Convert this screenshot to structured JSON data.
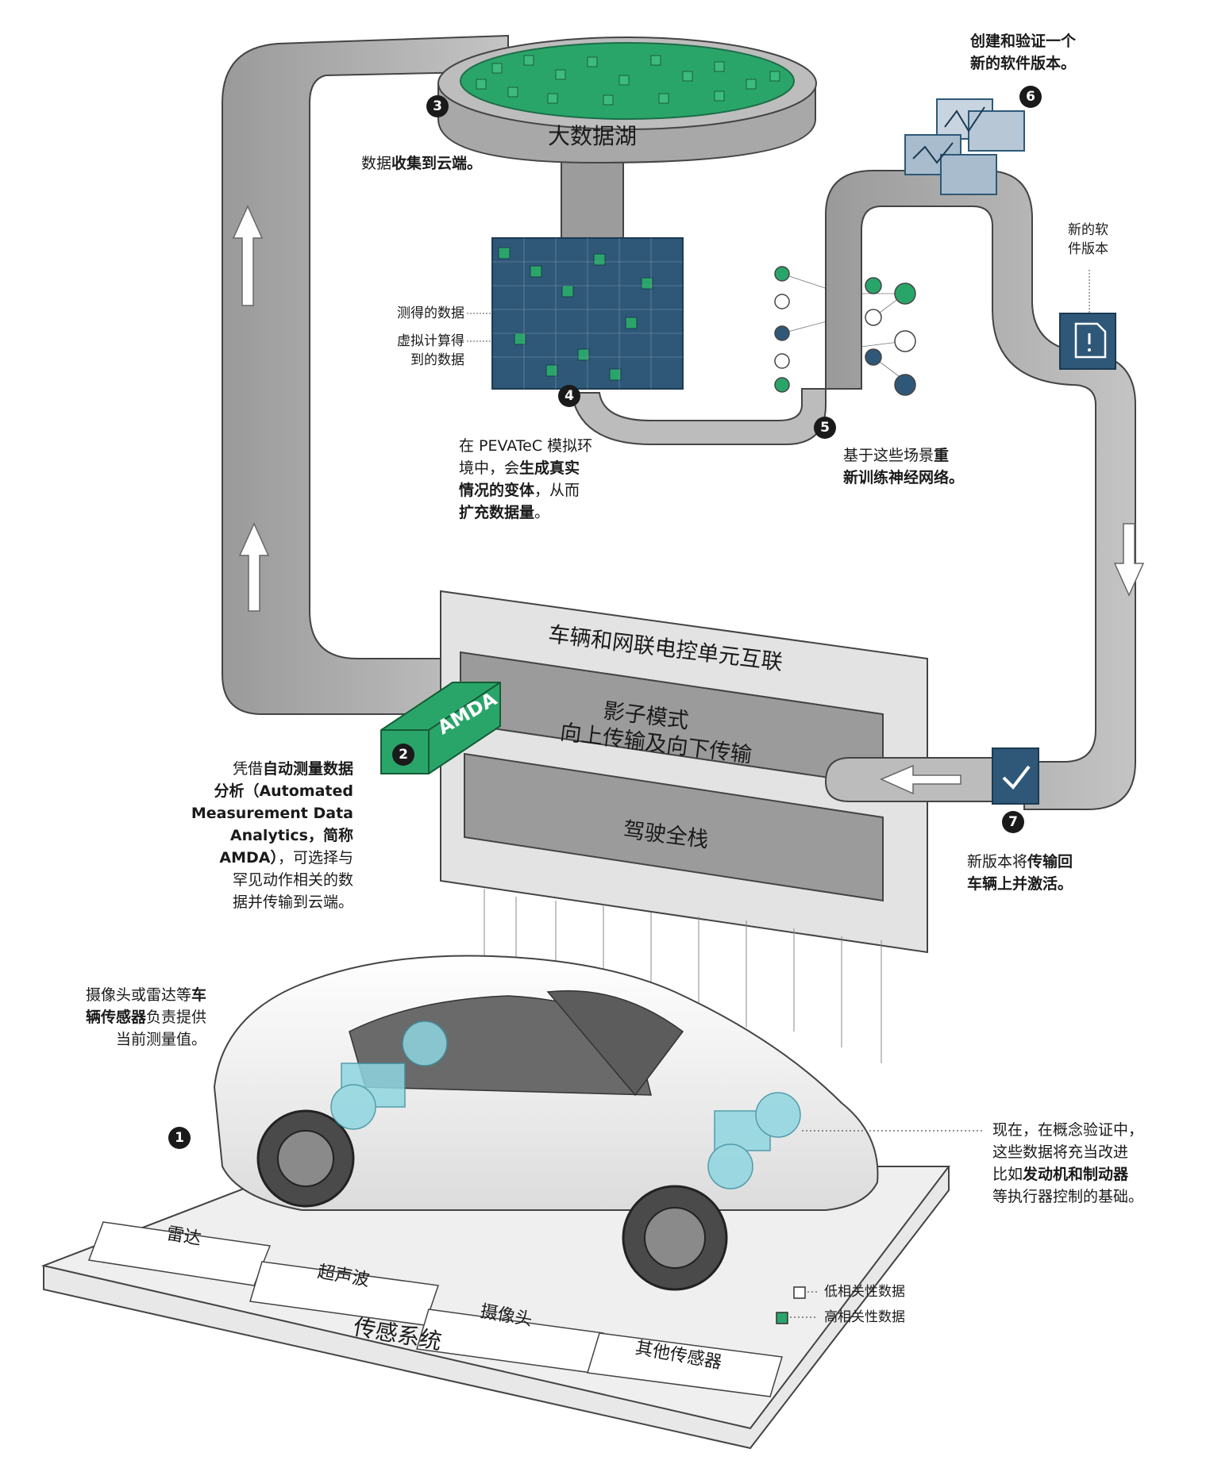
{
  "lake": {
    "title": "大数据湖"
  },
  "steps": {
    "s1": "1",
    "s2": "2",
    "s3": "3",
    "s4": "4",
    "s5": "5",
    "s6": "6",
    "s7": "7"
  },
  "amda_label": "AMDA",
  "ecu": {
    "title": "车辆和网联电控单元互联",
    "shadow_line1": "影子模式",
    "shadow_line2": "向上传输及向下传输",
    "stack": "驾驶全栈"
  },
  "sensors": {
    "title": "传感系统",
    "radar": "雷达",
    "ultrasonic": "超声波",
    "camera": "摄像头",
    "other": "其他传感器"
  },
  "callouts": {
    "collect_a": "数据",
    "collect_b": "收集到云端。",
    "measured": "测得的数据",
    "virtual_1": "虚拟计算得",
    "virtual_2": "到的数据",
    "pevatec_1a": "在 PEVATeC 模拟环",
    "pevatec_2a": "境中，会",
    "pevatec_2b": "生成真实",
    "pevatec_3a": "情况的变体",
    "pevatec_3b": "，从而",
    "pevatec_4a": "扩充数据量",
    "pevatec_4b": "。",
    "retrain_1a": "基于这些场景",
    "retrain_1b": "重",
    "retrain_2": "新训练神经网络。",
    "create_1": "创建和验证一个",
    "create_2": "新的软件版本。",
    "newsw_1": "新的软",
    "newsw_2": "件版本",
    "transfer_1a": "新版本将",
    "transfer_1b": "传输回",
    "transfer_2": "车辆上并激活。",
    "amda_1a": "凭借",
    "amda_1b": "自动测量数据",
    "amda_2": "分析（Automated",
    "amda_3": "Measurement Data",
    "amda_4": "Analytics，简称",
    "amda_5a": "AMDA）",
    "amda_5b": "，可选择与",
    "amda_6": "罕见动作相关的数",
    "amda_7": "据并传输到云端。",
    "sensor_1a": "摄像头或雷达等",
    "sensor_1b": "车",
    "sensor_2a": "辆传感器",
    "sensor_2b": "负责提供",
    "sensor_3": "当前测量值。",
    "poc_1": "现在，在概念验证中，",
    "poc_2": "这些数据将充当改进",
    "poc_3a": "比如",
    "poc_3b": "发动机和制动器",
    "poc_4": "等执行器控制的基础。"
  },
  "legend": {
    "low": "低相关性数据",
    "high": "高相关性数据"
  },
  "colors": {
    "green": "#2aa56a",
    "navy": "#2f5878",
    "belt": "#b3b3b3",
    "belt_dark": "#8c8c8c"
  }
}
